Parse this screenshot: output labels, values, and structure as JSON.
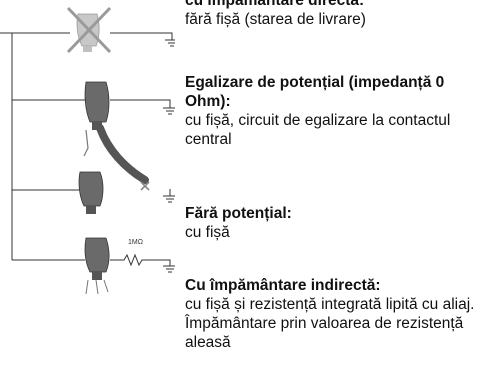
{
  "items": [
    {
      "heading": "cu împământare directă:",
      "description": "fără fișă (starea de livrare)"
    },
    {
      "heading": "Egalizare de potențial (impedanță 0 Ohm):",
      "description": "cu fișă, circuit de egalizare la contactul central"
    },
    {
      "heading": "Fără potențial:",
      "description": "cu fișă"
    },
    {
      "heading": "Cu împământare indirectă:",
      "description": "cu fișă și rezistență integrată lipită cu aliaj. Împământare prin valoarea de rezistență aleasă"
    }
  ],
  "resistor_label": "1MΩ",
  "icons": [
    "ground-symbol-icon",
    "plug-icon",
    "cable-icon",
    "resistor-icon",
    "cross-mark-icon"
  ]
}
